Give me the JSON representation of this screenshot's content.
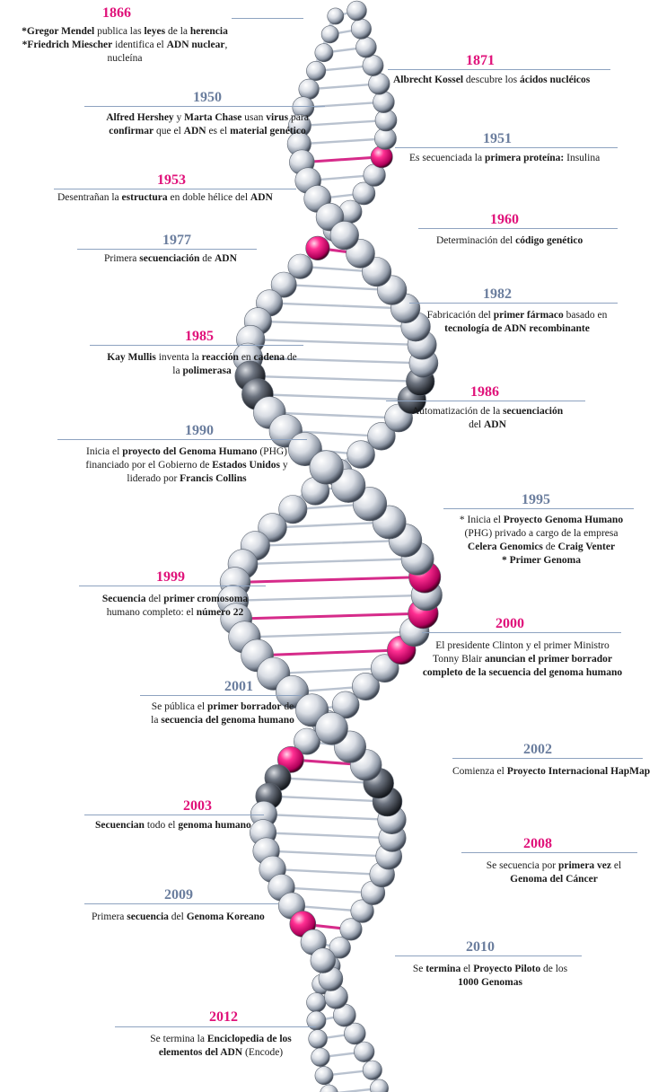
{
  "colors": {
    "accent_pink": "#e0127a",
    "accent_blue": "#6b7e9e",
    "rule": "#8ea3c0"
  },
  "events": [
    {
      "id": "e1866",
      "year": "1866",
      "color": "pink",
      "lines": [
        [
          {
            "t": "*Gregor Mendel",
            "b": true
          },
          {
            "t": " publica las "
          },
          {
            "t": "leyes",
            "b": true
          },
          {
            "t": " de la "
          },
          {
            "t": "herencia",
            "b": true
          }
        ],
        [
          {
            "t": "*Friedrich Miescher",
            "b": true
          },
          {
            "t": " identifica el "
          },
          {
            "t": "ADN nuclear",
            "b": true
          },
          {
            "t": ","
          }
        ],
        [
          {
            "t": "nucleína"
          }
        ]
      ]
    },
    {
      "id": "e1871",
      "year": "1871",
      "color": "pink",
      "lines": [
        [
          {
            "t": "Albrecht Kossel",
            "b": true
          },
          {
            "t": " descubre los "
          },
          {
            "t": "ácidos nucléicos",
            "b": true
          }
        ]
      ]
    },
    {
      "id": "e1950",
      "year": "1950",
      "color": "blue",
      "lines": [
        [
          {
            "t": "Alfred Hershey",
            "b": true
          },
          {
            "t": " y "
          },
          {
            "t": "Marta Chase",
            "b": true
          },
          {
            "t": " usan "
          },
          {
            "t": "virus",
            "b": true
          },
          {
            "t": " para"
          }
        ],
        [
          {
            "t": "confirmar",
            "b": true
          },
          {
            "t": " que el "
          },
          {
            "t": "ADN",
            "b": true
          },
          {
            "t": " es el "
          },
          {
            "t": "material genético",
            "b": true
          }
        ]
      ]
    },
    {
      "id": "e1951",
      "year": "1951",
      "color": "blue",
      "lines": [
        [
          {
            "t": "Es secuenciada la "
          },
          {
            "t": "primera proteína:",
            "b": true
          },
          {
            "t": " Insulina"
          }
        ]
      ]
    },
    {
      "id": "e1953",
      "year": "1953",
      "color": "pink",
      "lines": [
        [
          {
            "t": "Desentrañan la "
          },
          {
            "t": "estructura",
            "b": true
          },
          {
            "t": " en doble hélice del "
          },
          {
            "t": "ADN",
            "b": true
          }
        ]
      ]
    },
    {
      "id": "e1960",
      "year": "1960",
      "color": "pink",
      "lines": [
        [
          {
            "t": "Determinación del "
          },
          {
            "t": "código genético",
            "b": true
          }
        ]
      ]
    },
    {
      "id": "e1977",
      "year": "1977",
      "color": "blue",
      "lines": [
        [
          {
            "t": "Primera "
          },
          {
            "t": "secuenciación",
            "b": true
          },
          {
            "t": " de "
          },
          {
            "t": "ADN",
            "b": true
          }
        ]
      ]
    },
    {
      "id": "e1982",
      "year": "1982",
      "color": "blue",
      "lines": [
        [
          {
            "t": "Fabricación del "
          },
          {
            "t": "primer fármaco",
            "b": true
          },
          {
            "t": " basado en"
          }
        ],
        [
          {
            "t": "tecnología de ADN recombinante",
            "b": true
          }
        ]
      ]
    },
    {
      "id": "e1985",
      "year": "1985",
      "color": "pink",
      "lines": [
        [
          {
            "t": "Kay Mullis",
            "b": true
          },
          {
            "t": " inventa la "
          },
          {
            "t": "reacción",
            "b": true
          },
          {
            "t": " en "
          },
          {
            "t": "cadena",
            "b": true
          },
          {
            "t": " de"
          }
        ],
        [
          {
            "t": "la "
          },
          {
            "t": "polimerasa",
            "b": true
          }
        ]
      ]
    },
    {
      "id": "e1986",
      "year": "1986",
      "color": "pink",
      "lines": [
        [
          {
            "t": "Automatización de la "
          },
          {
            "t": "secuenciación",
            "b": true
          }
        ],
        [
          {
            "t": "del "
          },
          {
            "t": "ADN",
            "b": true
          }
        ]
      ]
    },
    {
      "id": "e1990",
      "year": "1990",
      "color": "blue",
      "lines": [
        [
          {
            "t": "Inicia el "
          },
          {
            "t": "proyecto del Genoma Humano",
            "b": true
          },
          {
            "t": " (PHG)"
          }
        ],
        [
          {
            "t": "financiado por el Gobierno de "
          },
          {
            "t": "Estados Unidos",
            "b": true
          },
          {
            "t": " y"
          }
        ],
        [
          {
            "t": "liderado por "
          },
          {
            "t": "Francis Collins",
            "b": true
          }
        ]
      ]
    },
    {
      "id": "e1995",
      "year": "1995",
      "color": "blue",
      "lines": [
        [
          {
            "t": "* Inicia el "
          },
          {
            "t": "Proyecto Genoma Humano",
            "b": true
          }
        ],
        [
          {
            "t": "(PHG) privado a cargo de la empresa"
          }
        ],
        [
          {
            "t": "Celera Genomics",
            "b": true
          },
          {
            "t": " de "
          },
          {
            "t": "Craig Venter",
            "b": true
          }
        ],
        [
          {
            "t": "* Primer Genoma",
            "b": true
          }
        ]
      ]
    },
    {
      "id": "e1999",
      "year": "1999",
      "color": "pink",
      "lines": [
        [
          {
            "t": "Secuencia",
            "b": true
          },
          {
            "t": " del "
          },
          {
            "t": "primer cromosoma",
            "b": true
          }
        ],
        [
          {
            "t": "humano completo: el "
          },
          {
            "t": "número 22",
            "b": true
          }
        ]
      ]
    },
    {
      "id": "e2000",
      "year": "2000",
      "color": "pink",
      "lines": [
        [
          {
            "t": "El presidente Clinton y el primer Ministro"
          }
        ],
        [
          {
            "t": "Tonny Blair "
          },
          {
            "t": "anuncian el primer borrador",
            "b": true
          }
        ],
        [
          {
            "t": "completo de la secuencia del genoma humano",
            "b": true
          }
        ]
      ]
    },
    {
      "id": "e2001",
      "year": "2001",
      "color": "blue",
      "lines": [
        [
          {
            "t": "Se pública el "
          },
          {
            "t": "primer borrador",
            "b": true
          },
          {
            "t": " de"
          }
        ],
        [
          {
            "t": "la "
          },
          {
            "t": "secuencia del genoma humano",
            "b": true
          }
        ]
      ]
    },
    {
      "id": "e2002",
      "year": "2002",
      "color": "blue",
      "lines": [
        [
          {
            "t": "Comienza el "
          },
          {
            "t": "Proyecto Internacional HapMap",
            "b": true
          }
        ]
      ]
    },
    {
      "id": "e2003",
      "year": "2003",
      "color": "pink",
      "lines": [
        [
          {
            "t": "Secuencian",
            "b": true
          },
          {
            "t": " todo el "
          },
          {
            "t": "genoma humano",
            "b": true
          }
        ]
      ]
    },
    {
      "id": "e2008",
      "year": "2008",
      "color": "pink",
      "lines": [
        [
          {
            "t": "Se secuencia por "
          },
          {
            "t": "primera vez",
            "b": true
          },
          {
            "t": " el"
          }
        ],
        [
          {
            "t": "Genoma del Cáncer",
            "b": true
          }
        ]
      ]
    },
    {
      "id": "e2009",
      "year": "2009",
      "color": "blue",
      "lines": [
        [
          {
            "t": "Primera "
          },
          {
            "t": "secuencia",
            "b": true
          },
          {
            "t": " del "
          },
          {
            "t": "Genoma Koreano",
            "b": true
          }
        ]
      ]
    },
    {
      "id": "e2010",
      "year": "2010",
      "color": "blue",
      "lines": [
        [
          {
            "t": "Se "
          },
          {
            "t": "termina",
            "b": true
          },
          {
            "t": " el "
          },
          {
            "t": "Proyecto Piloto",
            "b": true
          },
          {
            "t": " de los"
          }
        ],
        [
          {
            "t": "1000 Genomas",
            "b": true
          }
        ]
      ]
    },
    {
      "id": "e2012",
      "year": "2012",
      "color": "pink",
      "lines": [
        [
          {
            "t": "Se termina la "
          },
          {
            "t": "Enciclopedia de los",
            "b": true
          }
        ],
        [
          {
            "t": "elementos del ADN",
            "b": true
          },
          {
            "t": " (Encode)"
          }
        ]
      ]
    }
  ]
}
